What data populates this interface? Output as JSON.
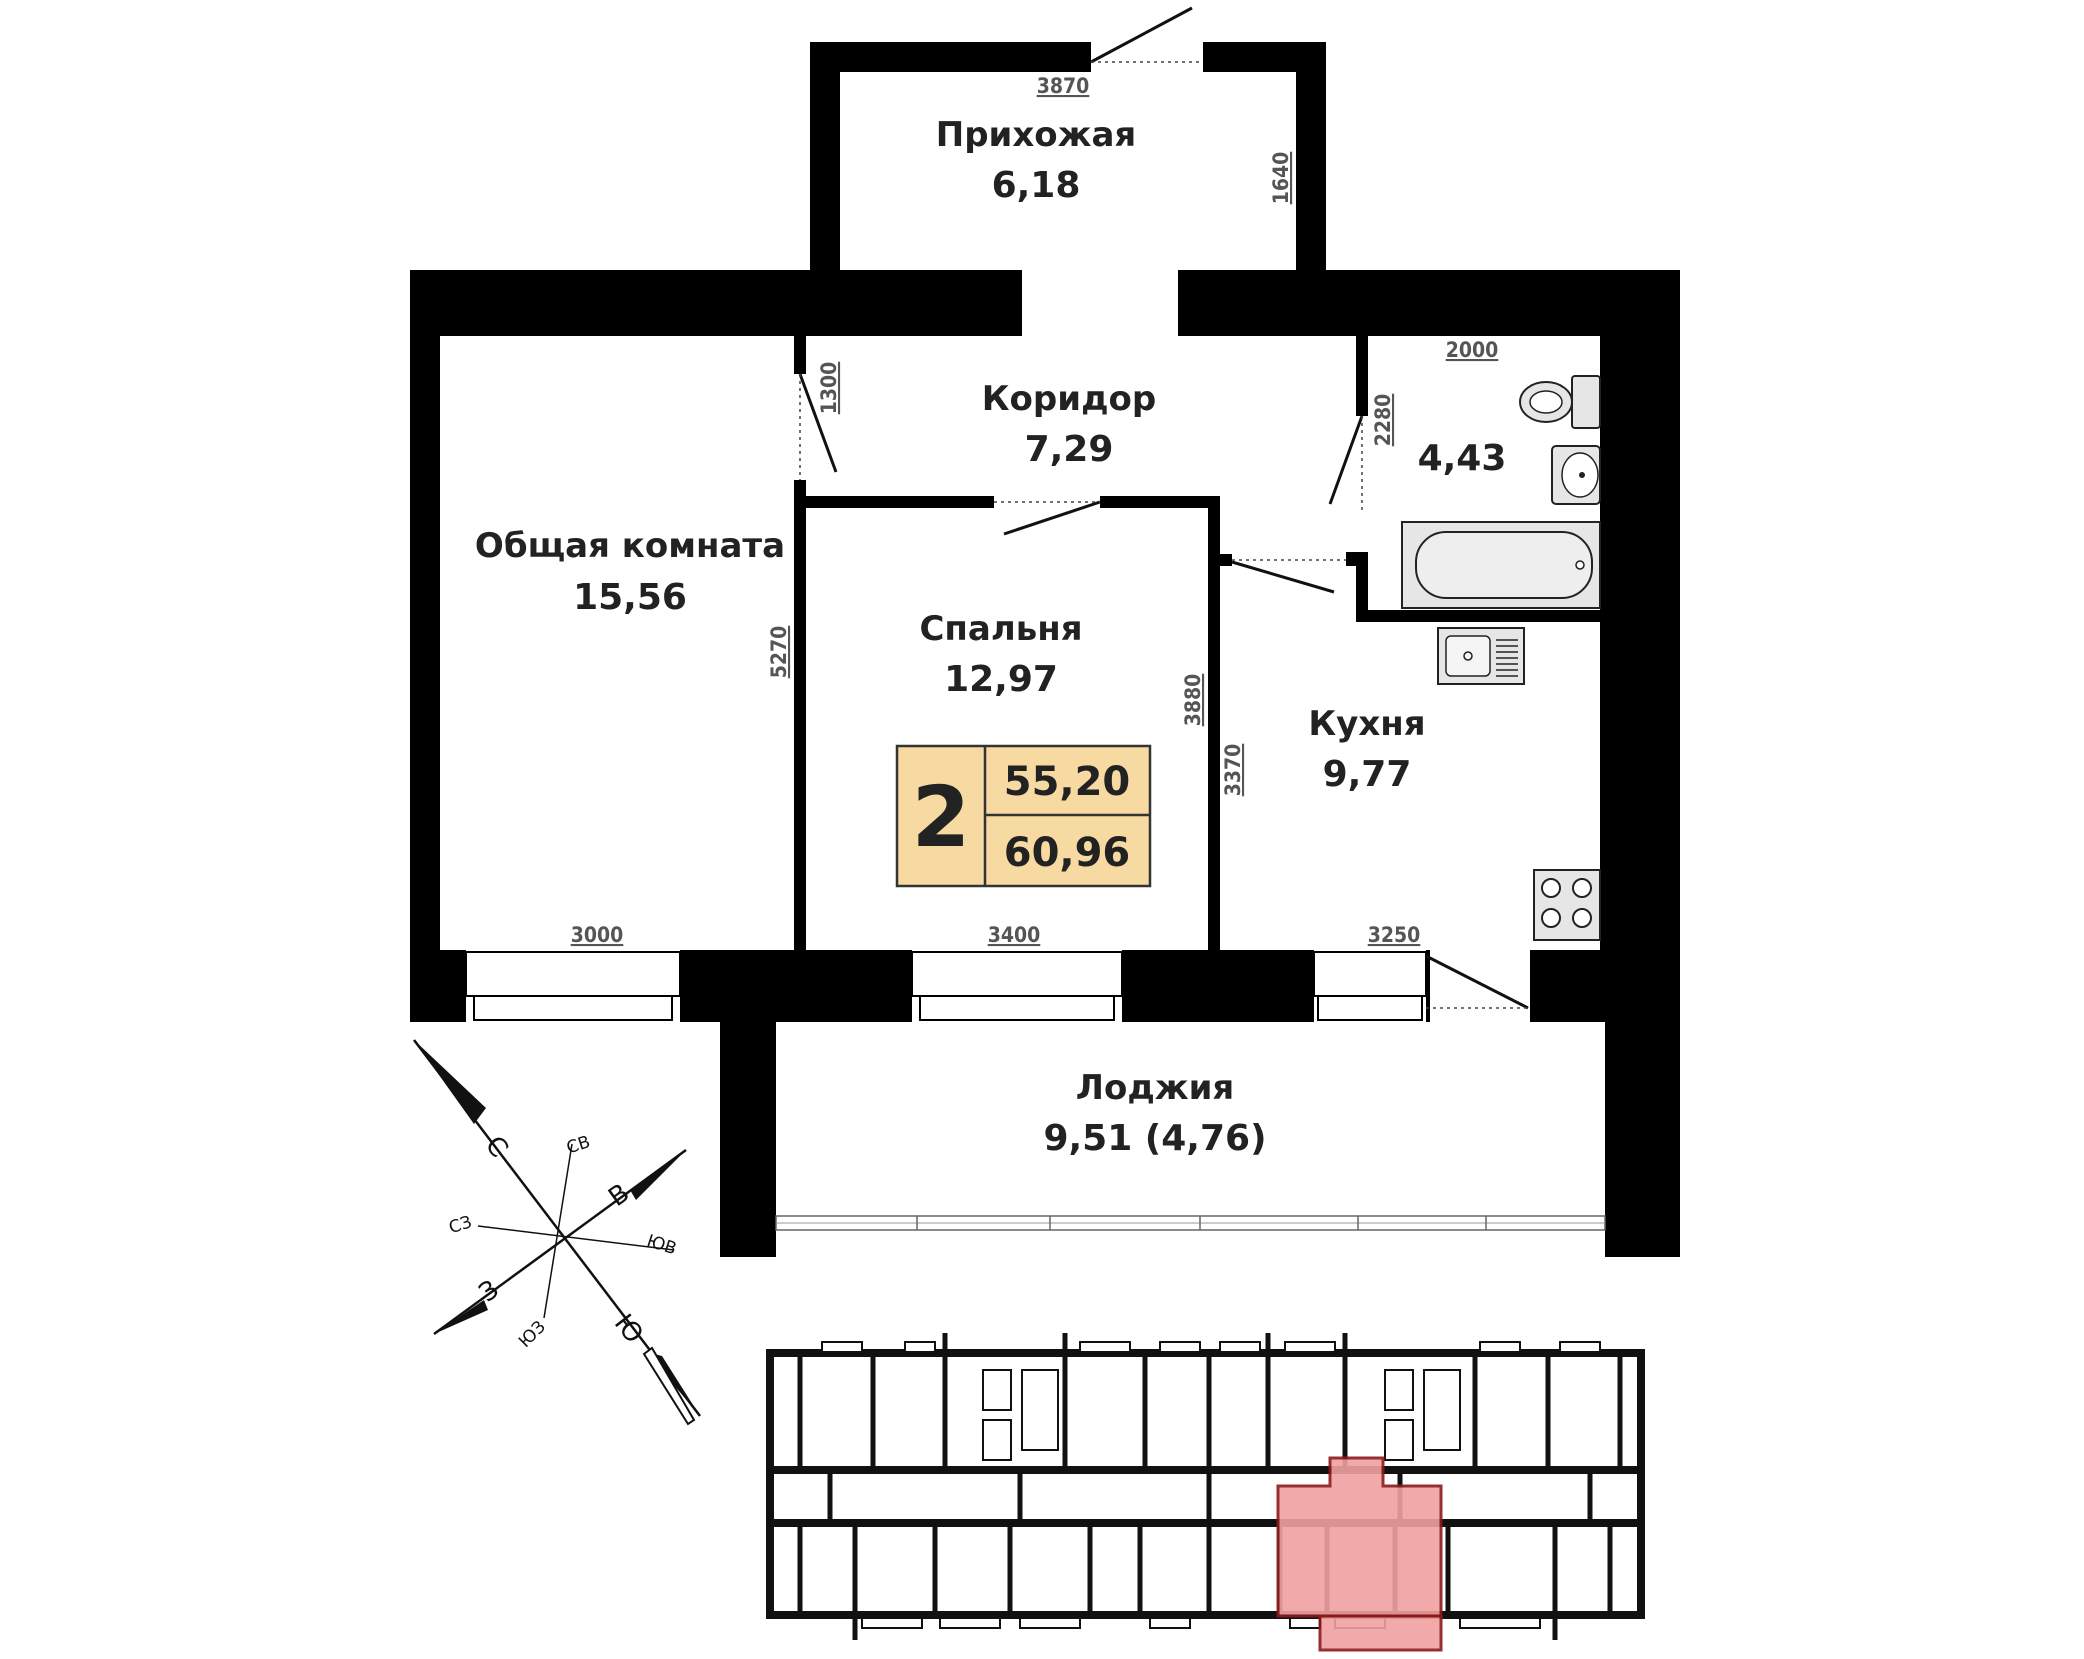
{
  "rooms": {
    "hallway": {
      "name": "Прихожая",
      "area": "6,18"
    },
    "corridor": {
      "name": "Коридор",
      "area": "7,29"
    },
    "living": {
      "name": "Общая комната",
      "area": "15,56"
    },
    "bedroom": {
      "name": "Спальня",
      "area": "12,97"
    },
    "bathroom": {
      "name": "",
      "area": "4,43"
    },
    "kitchen": {
      "name": "Кухня",
      "area": "9,77"
    },
    "loggia": {
      "name": "Лоджия",
      "area": "9,51 (4,76)"
    }
  },
  "dimensions": {
    "hallway_width": "3870",
    "hallway_depth": "1640",
    "corridor_door": "1300",
    "bath_width": "2000",
    "bath_depth": "2280",
    "living_depth": "5270",
    "bedroom_depth": "3880",
    "kitchen_depth": "3370",
    "living_width": "3000",
    "bedroom_width": "3400",
    "kitchen_width": "3250"
  },
  "badge": {
    "rooms_count": "2",
    "living_area": "55,20",
    "total_area": "60,96",
    "fill_color": "#f7d9a2"
  },
  "compass": {
    "north": "С",
    "south": "Ю",
    "east": "В",
    "west": "З",
    "northeast": "СВ",
    "northwest": "СЗ",
    "southeast": "ЮВ",
    "southwest": "ЮЗ"
  },
  "key_plan": {
    "highlight_color": "#f0a0a0",
    "highlight_border": "#8b1a1a"
  }
}
